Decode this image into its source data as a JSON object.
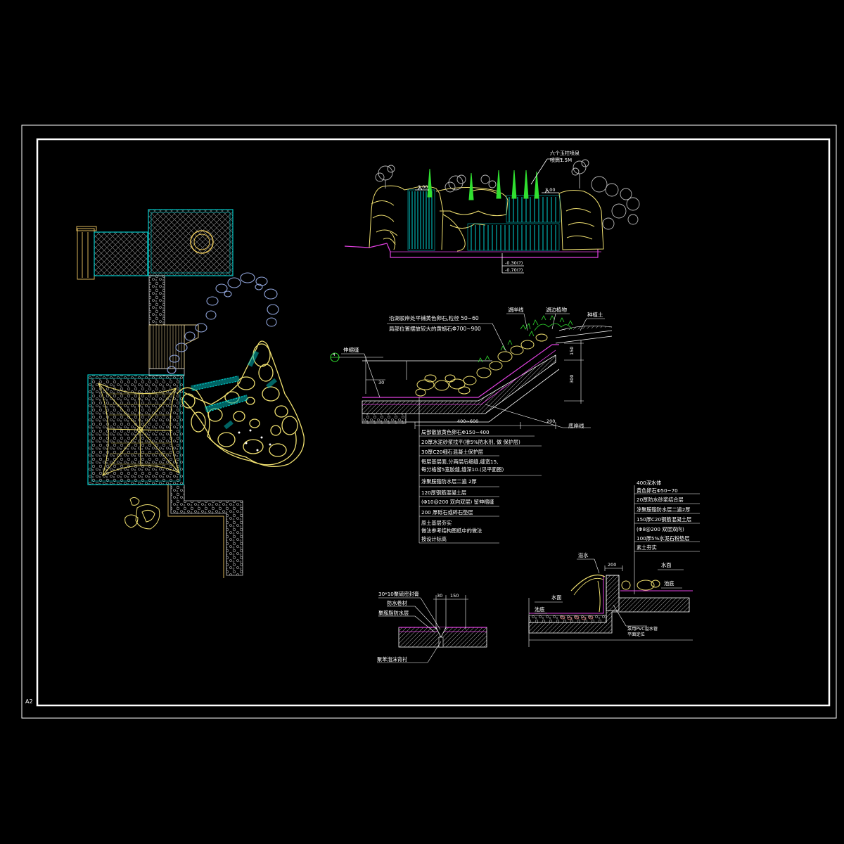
{
  "sheet": {
    "number": "A2"
  },
  "elevation": {
    "title_lines": [
      "六个玉柱喷泉",
      "喷高1.5M"
    ],
    "level_left": "3.00",
    "level_right": "3.00",
    "level_bottom_1": "-0.30(?)",
    "level_bottom_2": "-0.70(?)"
  },
  "bank_section": {
    "notes": [
      "沿湖驳岸处平铺黄色卵石,粒径 50~60",
      "局部位置摆放较大的黄蜡石Φ700~900"
    ],
    "labels": {
      "shoreline_water": "湖岸线",
      "plants": "湖边植物",
      "soil": "种植土",
      "joint": "伸缩缝",
      "bottom_line": "底岸线"
    },
    "section_marker": "4",
    "dims": {
      "d30": "30",
      "d150": "150",
      "d300": "300",
      "d400_600": "400~600",
      "d200": "200"
    },
    "layers": [
      "局部散放黄色卵石Φ150~400",
      "20厚水泥砂浆找平(掺5%防水剂, 做 保护层)",
      "30厚C20细石混凝土保护层",
      "每层基层面,分两层后细缝,缝宽15,",
      "每分格留5宽胶缝,缝深10.(见平面图)",
      "涂聚胺脂防水层二遍 2厚",
      "120厚钢筋混凝土层",
      "(Φ10@200 双向双层) 留伸缩缝",
      "200 厚砾石或碎石垫层",
      "原土基层夯实",
      "做法参考结构图纸中的做法",
      "按设计标高"
    ]
  },
  "pool_wall_section": {
    "layers": [
      "400深水体",
      "黄色卵石Φ50~70",
      "20厚防水砂浆结合层",
      "涂聚胺脂防水层二遍2厚",
      "150厚C20钢筋混凝土层",
      "(Φ8@200 双层双向)",
      "100厚5%水泥石粉垫层",
      "素土夯实"
    ],
    "labels": {
      "water_source": "溢水",
      "water_surface_right": "水面",
      "pool_bottom_right": "池底",
      "water_surface_left": "水面",
      "pool_bottom_left": "池底",
      "dim": "200",
      "pump_note_1": "泵用PVC溢水管",
      "pump_note_2": "平面定位"
    }
  },
  "joint_detail": {
    "labels": {
      "sealant": "30*10聚硫密封膏",
      "waterstop": "防水卷材",
      "membrane": "聚胺脂防水层",
      "backing": "聚苯泡沫背衬"
    },
    "dims": {
      "d30": "30",
      "d150": "150"
    }
  }
}
